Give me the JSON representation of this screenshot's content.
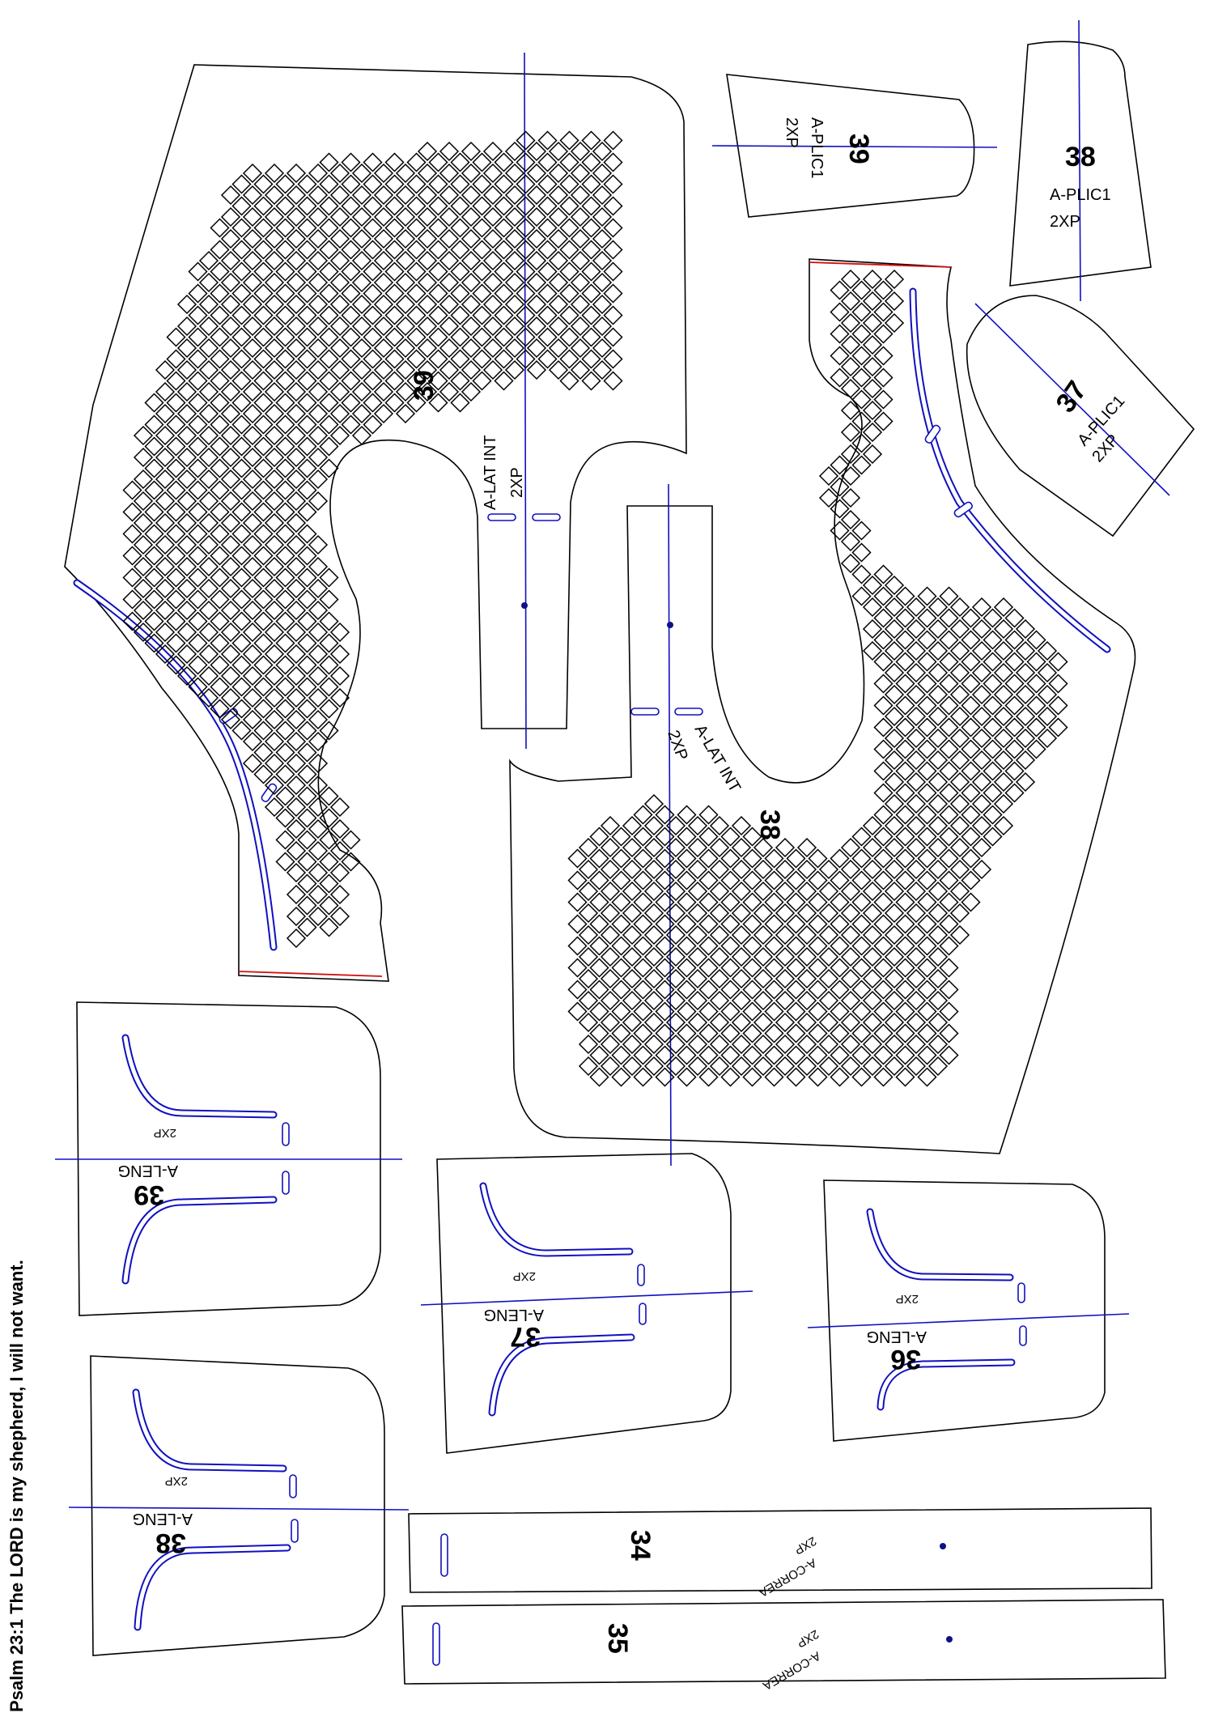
{
  "footer": {
    "verse": "Psalm 23:1 The LORD is my shepherd, I will not want."
  },
  "pieces": {
    "lateral_39": {
      "number": "39",
      "name": "A-LAT INT",
      "qty": "2XP"
    },
    "lateral_38": {
      "number": "38",
      "name": "A-LAT INT",
      "qty": "2XP"
    },
    "plic_39": {
      "number": "39",
      "name": "A-PLIC1",
      "qty": "2XP"
    },
    "plic_38": {
      "number": "38",
      "name": "A-PLIC1",
      "qty": "2XP"
    },
    "plic_37": {
      "number": "37",
      "name": "A-PLIC1",
      "qty": "2XP"
    },
    "leng_39": {
      "number": "39",
      "name": "A-LENG",
      "qty": "2XP"
    },
    "leng_38": {
      "number": "38",
      "name": "A-LENG",
      "qty": "2XP"
    },
    "leng_37": {
      "number": "37",
      "name": "A-LENG",
      "qty": "2XP"
    },
    "leng_36": {
      "number": "36",
      "name": "A-LENG",
      "qty": "2XP"
    },
    "correa_34": {
      "number": "34",
      "name": "A-CORREA",
      "qty": "2XP"
    },
    "correa_35": {
      "number": "35",
      "name": "A-CORREA",
      "qty": "2XP"
    }
  },
  "colors": {
    "grainline": "#1010c0",
    "seam_mark": "#d01010",
    "outline": "#000000"
  },
  "icons": {
    "perforation": "diamond-perforation-icon",
    "punch": "punch-hole-icon"
  }
}
